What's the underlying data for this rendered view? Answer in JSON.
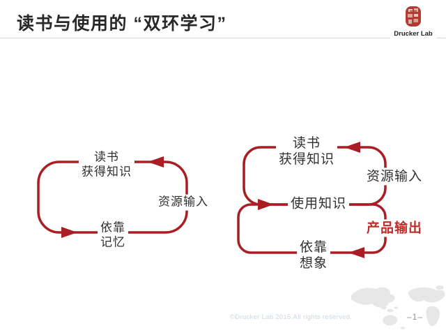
{
  "slide": {
    "title": "读书与使用的 “双环学习”",
    "logo": {
      "text": "Drucker Lab",
      "seal_icon": "chinese-seal-stamp"
    },
    "footer": {
      "copyright": "©Drucker Lab 2015.All rights reserved.",
      "page_number": "–1–"
    }
  },
  "colors": {
    "loop_red": "#a81e24",
    "output_red": "#bf2d27",
    "title_ink": "#282828",
    "label_ink": "#303030",
    "rule_gray": "#d9d9d9",
    "footer_gray": "#ccd6e2",
    "page_gray": "#8f8f8f",
    "seal_red": "#b23b31",
    "map_gray": "#e7e7e7"
  },
  "diagrams": {
    "single_loop": {
      "top_line1": "读书",
      "top_line2": "获得知识",
      "input_label": "资源输入",
      "bottom_line1": "依靠",
      "bottom_line2": "记忆"
    },
    "double_loop": {
      "top_line1": "读书",
      "top_line2": "获得知识",
      "input_label": "资源输入",
      "middle_label": "使用知识",
      "output_label": "产品输出",
      "bottom_line1": "依靠",
      "bottom_line2": "想象"
    }
  }
}
